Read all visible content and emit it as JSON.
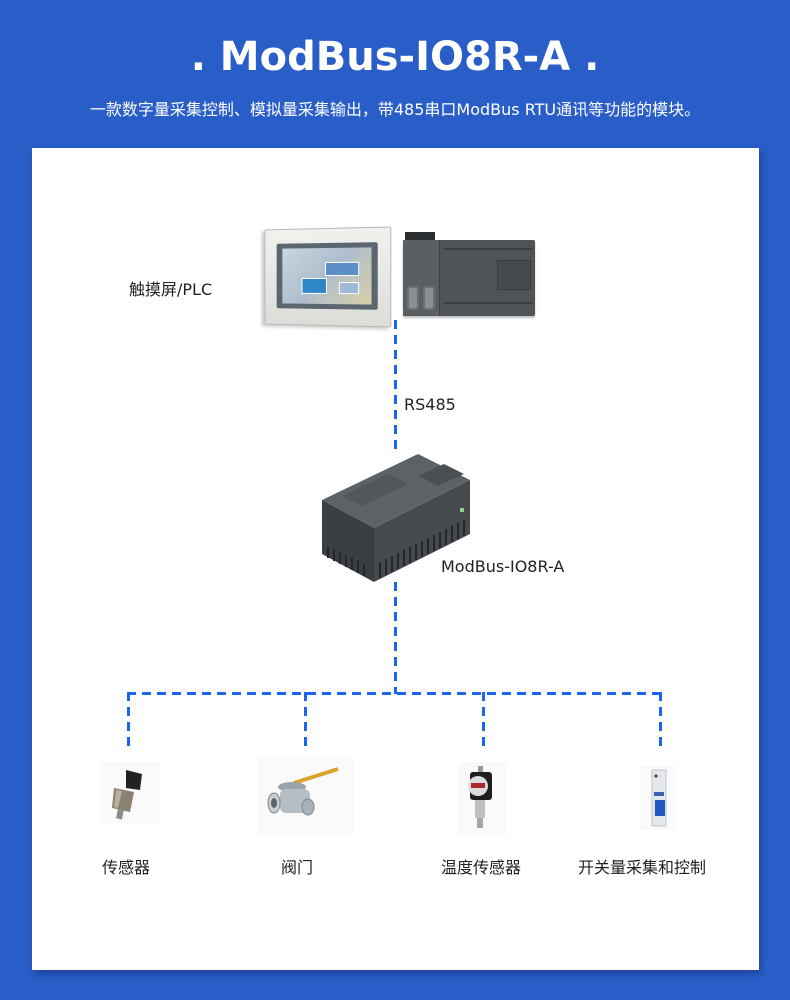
{
  "header": {
    "title": ". ModBus-IO8R-A .",
    "subtitle": "一款数字量采集控制、模拟量采集输出，带485串口ModBus RTU通讯等功能的模块。"
  },
  "colors": {
    "background": "#295DC7",
    "card": "#FFFFFF",
    "dashed_line": "#1A66F0",
    "text": "#222222"
  },
  "diagram": {
    "top_node": {
      "label": "触摸屏/PLC",
      "devices": [
        "touchscreen",
        "plc"
      ]
    },
    "link_label": "RS485",
    "center_node": {
      "label": "ModBus-IO8R-A"
    },
    "field_devices": [
      {
        "label": "传感器",
        "icon": "pressure-sensor"
      },
      {
        "label": "阀门",
        "icon": "ball-valve"
      },
      {
        "label": "温度传感器",
        "icon": "temperature-sensor"
      },
      {
        "label": "开关量采集和控制",
        "icon": "circuit-breaker"
      }
    ]
  }
}
